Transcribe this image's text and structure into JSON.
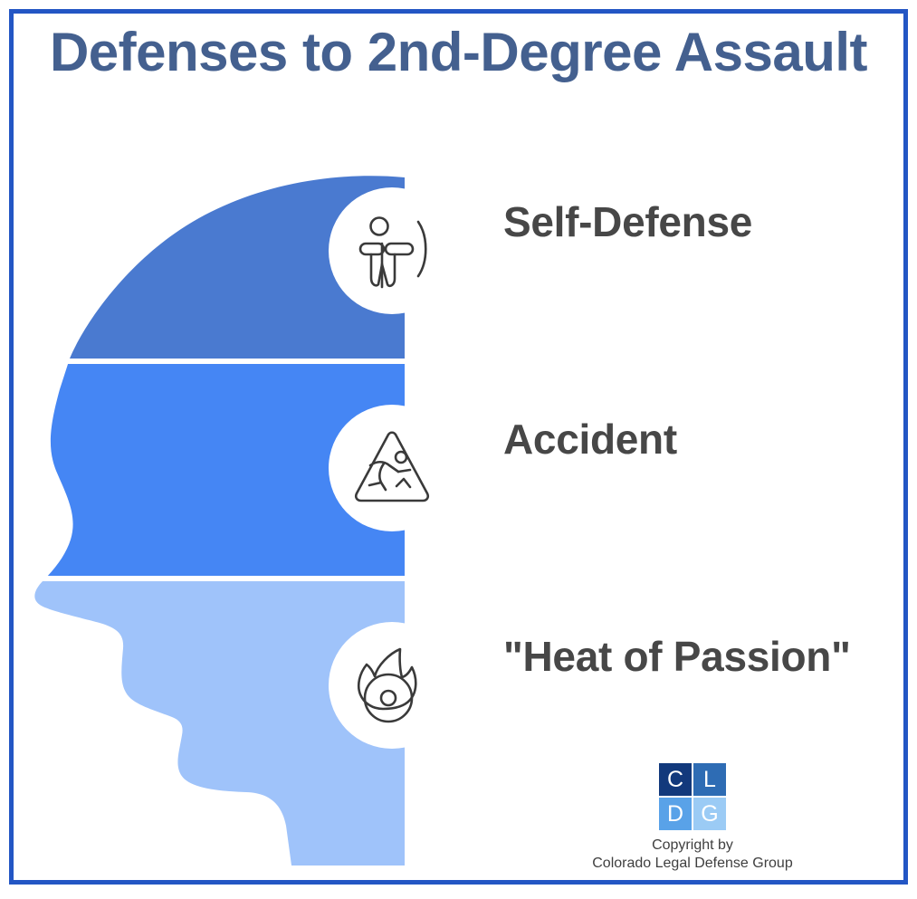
{
  "page": {
    "title": "Defenses to 2nd-Degree Assault",
    "border_color": "#2356c4",
    "title_color": "#44608f",
    "background": "#ffffff"
  },
  "head_diagram": {
    "description": "Human head profile silhouette divided into three horizontal color bands",
    "sections": [
      {
        "id": "self-defense",
        "band_color": "#4a7ad0",
        "icon": "self-defense-person-shield-icon",
        "label": "Self-Defense"
      },
      {
        "id": "accident",
        "band_color": "#4586f4",
        "icon": "slip-hazard-warning-triangle-icon",
        "label": "Accident"
      },
      {
        "id": "heat-of-passion",
        "band_color": "#9fc3fa",
        "icon": "flaming-wheel-icon",
        "label": "\"Heat of Passion\""
      }
    ]
  },
  "footer": {
    "logo": {
      "name": "cldg-logo",
      "cells": [
        {
          "letter": "C",
          "color": "#12397c"
        },
        {
          "letter": "L",
          "color": "#2e6cb4"
        },
        {
          "letter": "D",
          "color": "#59a2e8"
        },
        {
          "letter": "G",
          "color": "#9bcbf5"
        }
      ]
    },
    "copyright_line_1": "Copyright by",
    "copyright_line_2": "Colorado Legal Defense Group"
  }
}
